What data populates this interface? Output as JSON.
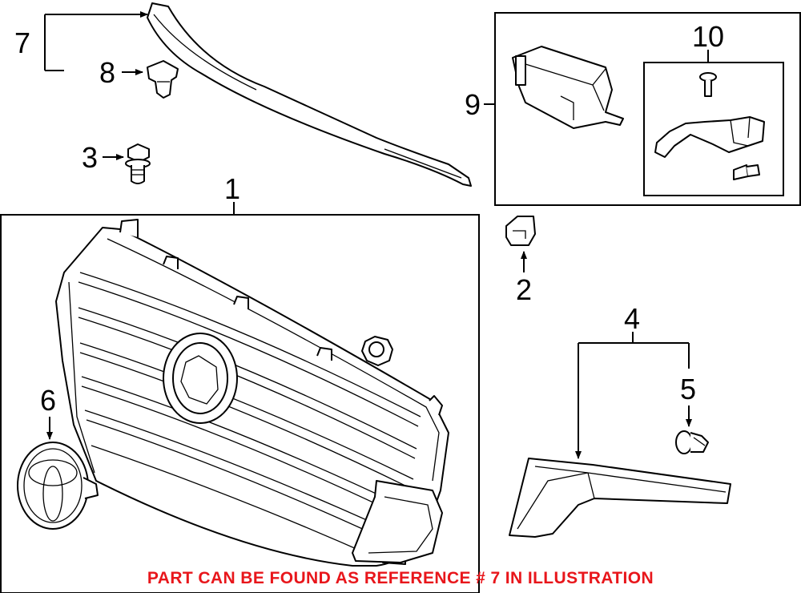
{
  "diagram": {
    "callouts": {
      "c1": "1",
      "c2": "2",
      "c3": "3",
      "c4": "4",
      "c5": "5",
      "c6": "6",
      "c7": "7",
      "c8": "8",
      "c9": "9",
      "c10": "10"
    },
    "note": "PART CAN BE FOUND AS REFERENCE # 7 IN ILLUSTRATION",
    "colors": {
      "line": "#000000",
      "note": "#e8161b",
      "background": "#ffffff"
    }
  }
}
